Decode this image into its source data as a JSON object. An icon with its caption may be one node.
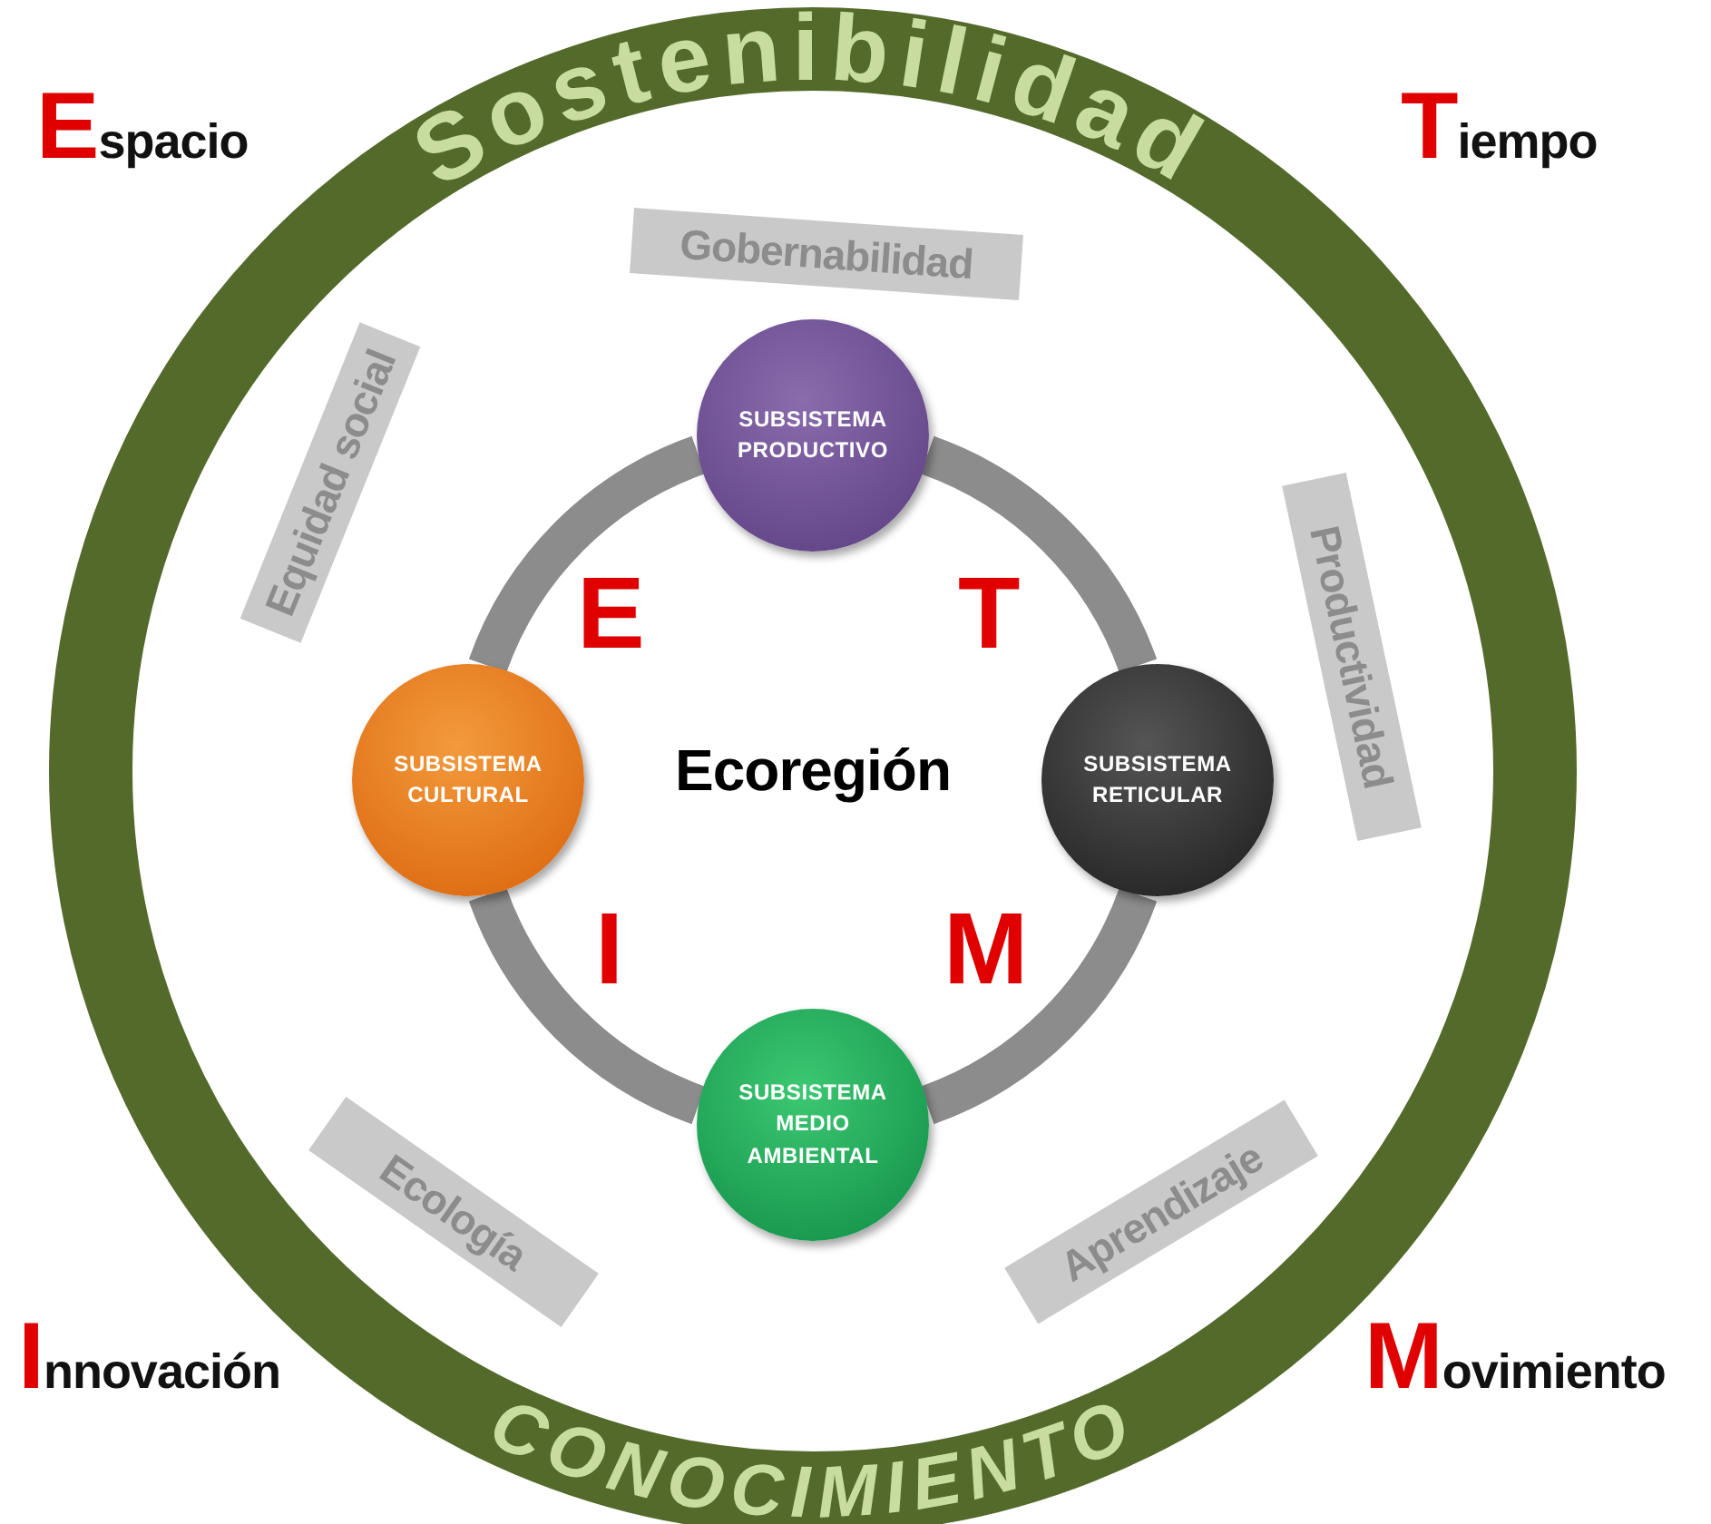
{
  "diagram": {
    "nodes": [
      {
        "text": [
          "Sostenibilidad",
          "CONOCIMIENTO"
        ]
      },
      {
        "text": [
          "Gobernabilidad"
        ],
        "in": 0
      },
      {
        "text": [
          "Equidad social"
        ],
        "in": 0
      },
      {
        "text": [
          "Productividad"
        ],
        "in": 0
      },
      {
        "text": [
          "SUBSISTEMA PRODUCTIVO"
        ],
        "in": 0
      },
      {
        "text": [
          "SUBSISTEMA CULTURAL"
        ],
        "in": 0
      },
      {
        "text": [
          "SUBSISTEMA RETICULAR"
        ],
        "in": 0
      },
      {
        "text": [
          "Ecología"
        ],
        "in": 0
      },
      {
        "text": [
          "SUBSISTEMA MEDIO AMBIENTAL"
        ],
        "in": 0
      },
      {
        "text": [
          "Aprendizaje"
        ],
        "in": 0
      }
    ],
    "edges": [
      {
        "from": 4,
        "to": 6,
        "arrow": "none"
      },
      {
        "from": 6,
        "to": 8,
        "arrow": "none"
      },
      {
        "from": 8,
        "to": 5,
        "arrow": "none"
      },
      {
        "from": 5,
        "to": 4,
        "arrow": "none"
      }
    ],
    "labels": [
      "Espacio",
      "Tiempo",
      "E",
      "T",
      "Ecoregión",
      "I",
      "M",
      "Innovación",
      "Movimiento"
    ]
  }
}
